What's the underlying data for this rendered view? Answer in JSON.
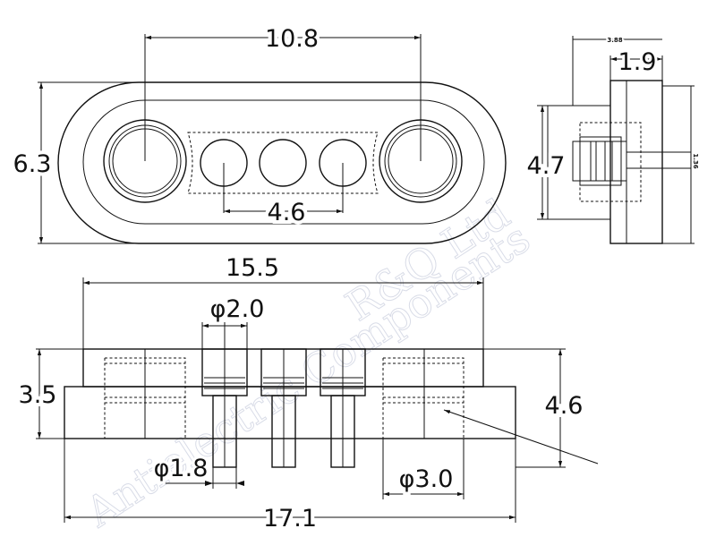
{
  "top_view": {
    "length_c2c": "10.8",
    "height": "6.3",
    "pin_pitch": "4.6"
  },
  "side_view": {
    "tab_width": "1.9",
    "height": "4.7",
    "small_top": "3.88",
    "small_right": "1.36"
  },
  "front_view": {
    "top_width": "15.5",
    "pin_head_dia": "φ2.0",
    "left_height": "3.5",
    "right_height": "4.6",
    "pin_dia": "φ1.8",
    "post_dia": "φ3.0",
    "total_width": "17.1"
  },
  "watermark": {
    "line1": "R&Q Ltd",
    "line2": "Antielectric Components"
  }
}
